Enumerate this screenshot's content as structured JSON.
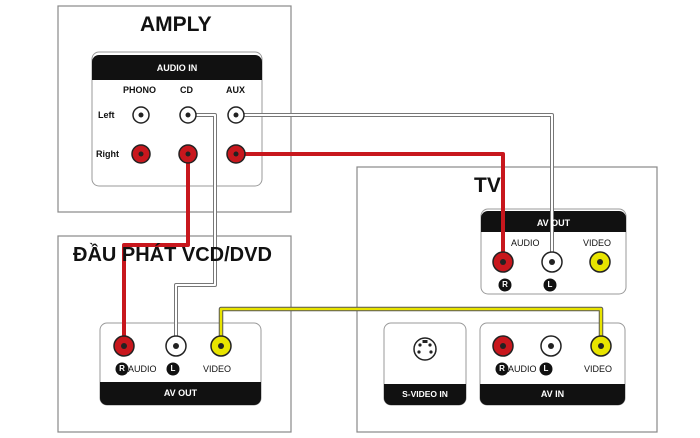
{
  "amply": {
    "title": "AMPLY",
    "header": "AUDIO IN",
    "columns": [
      "PHONO",
      "CD",
      "AUX"
    ],
    "rows": [
      "Left",
      "Right"
    ]
  },
  "player": {
    "title": "ĐẦU PHÁT VCD/DVD",
    "footer": "AV OUT",
    "audio_label": "AUDIO",
    "video_label": "VIDEO",
    "r_badge": "R",
    "l_badge": "L"
  },
  "tv": {
    "title": "TV",
    "av_out": {
      "header": "AV OUT",
      "audio_label": "AUDIO",
      "video_label": "VIDEO",
      "r_badge": "R",
      "l_badge": "L"
    },
    "svideo": {
      "footer": "S-VIDEO IN"
    },
    "av_in": {
      "footer": "AV IN",
      "audio_label": "AUDIO",
      "video_label": "VIDEO",
      "r_badge": "R",
      "l_badge": "L"
    }
  },
  "colors": {
    "red_cable": "#c8171d",
    "yellow_cable": "#e8e400",
    "white_cable": "#ffffff",
    "panel_dark": "#111111",
    "box_border": "#888888"
  }
}
